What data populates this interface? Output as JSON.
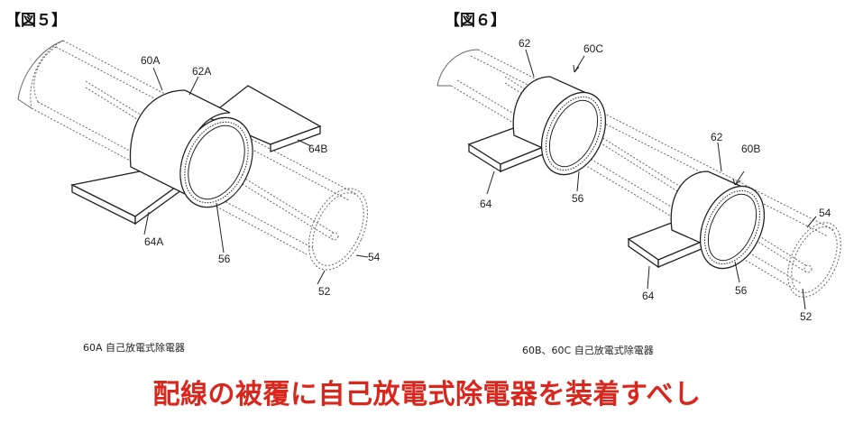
{
  "figures": [
    {
      "title": "【図５】",
      "caption": "60A  自己放電式除電器",
      "labels": {
        "l60A": "60A",
        "l62A": "62A",
        "l64B": "64B",
        "l64A": "64A",
        "l56": "56",
        "l54": "54",
        "l52": "52"
      }
    },
    {
      "title": "【図６】",
      "caption": "60B、60C  自己放電式除電器",
      "labels": {
        "l62a": "62",
        "l60C": "60C",
        "l64a": "64",
        "l56a": "56",
        "l62b": "62",
        "l60B": "60B",
        "l54": "54",
        "l64b": "64",
        "l56b": "56",
        "l52": "52"
      }
    }
  ],
  "headline": "配線の被覆に自己放電式除電器を装着すべし",
  "colors": {
    "headline": "#d9271e",
    "line": "#333333",
    "dashed": "#888888"
  }
}
